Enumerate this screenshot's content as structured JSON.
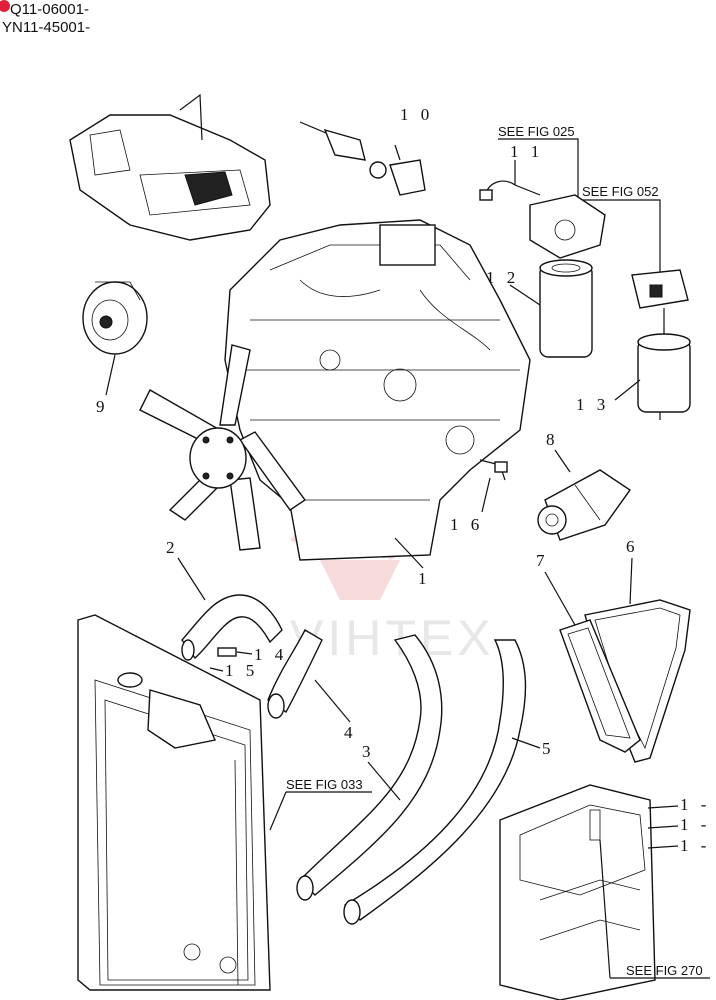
{
  "header": {
    "serial_1": "Q11-06001-",
    "serial_2": "YN11-45001-",
    "marker_color": "#e0203a"
  },
  "callouts": {
    "c1": "1",
    "c2": "2",
    "c3": "3",
    "c4": "4",
    "c5": "5",
    "c6": "6",
    "c7": "7",
    "c8": "8",
    "c9": "9",
    "c10": "1 0",
    "c11": "1 1",
    "c12": "1 2",
    "c13": "1 3",
    "c14": "1 4",
    "c15": "1 5",
    "c16": "1 6",
    "r1": "1 -",
    "r2": "1 -",
    "r3": "1 -"
  },
  "references": {
    "fig025": "SEE FIG 025",
    "fig052": "SEE FIG 052",
    "fig033": "SEE FIG 033",
    "fig270": "SEE FIG 270"
  },
  "watermark": {
    "text": "VIHTEX",
    "color": "#e06060"
  }
}
